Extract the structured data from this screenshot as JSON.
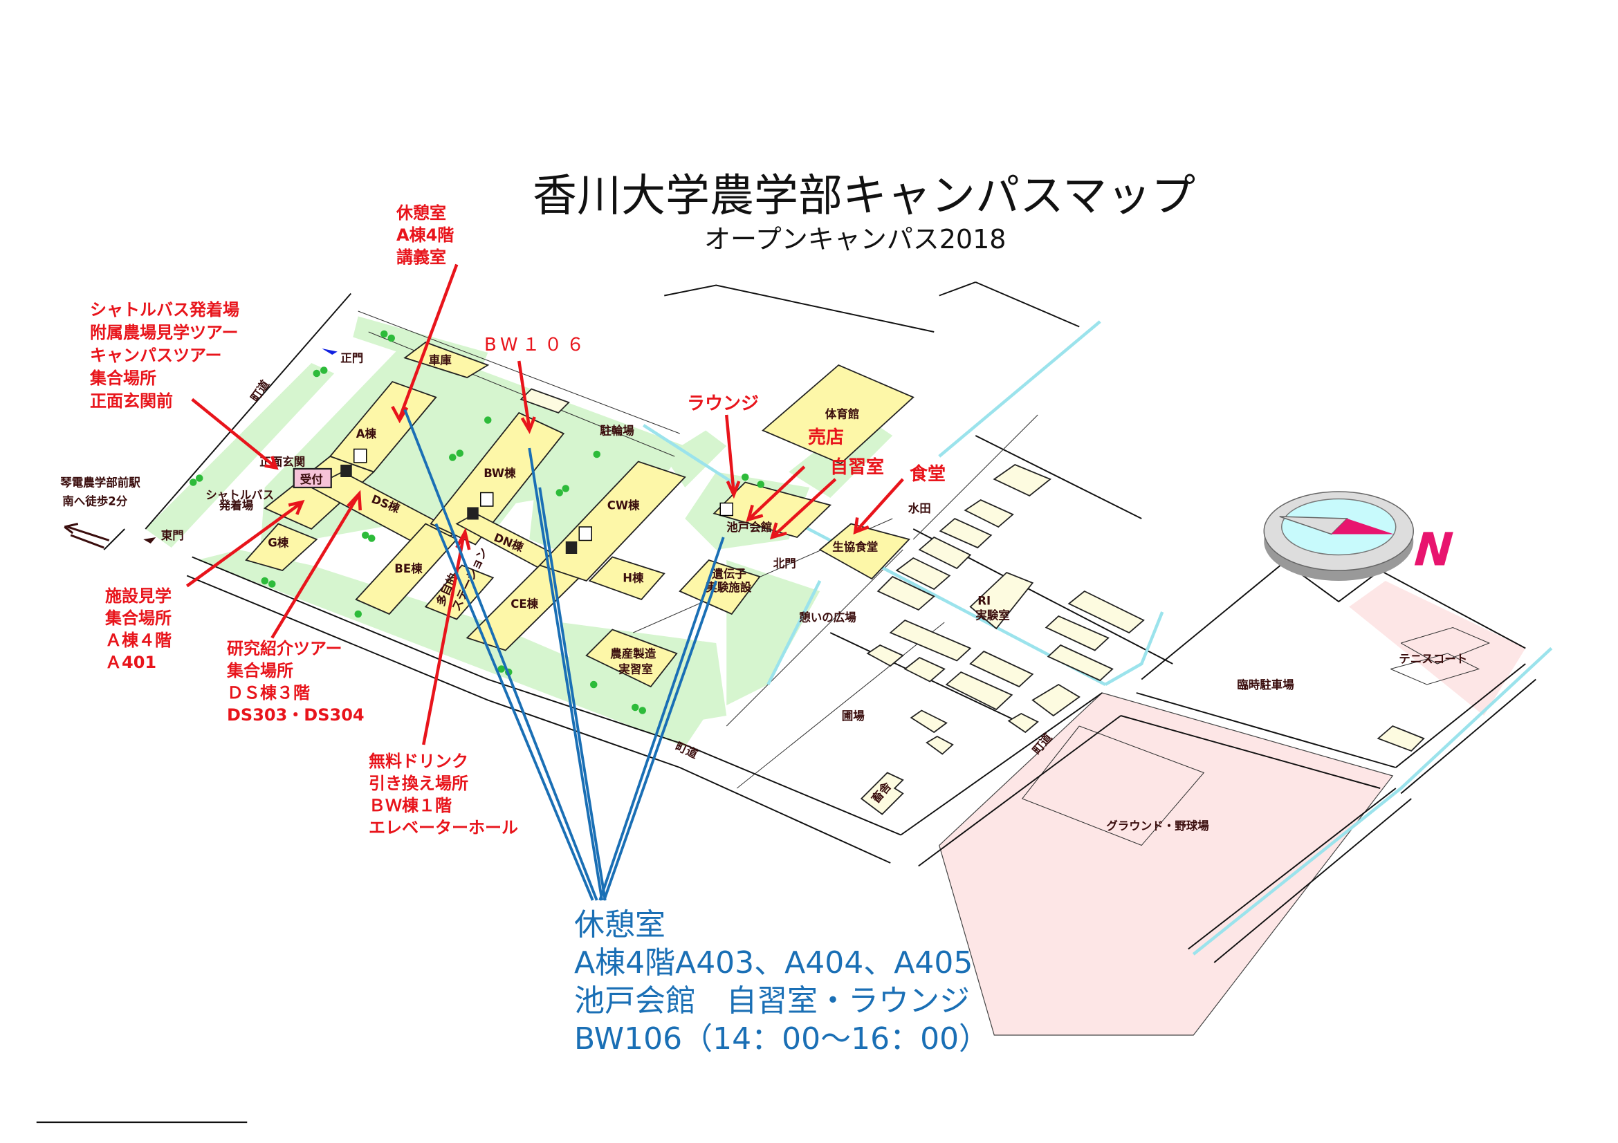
{
  "title": "香川大学農学部キャンパスマップ",
  "subtitle": "オープンキャンパス2018",
  "colors": {
    "annotation_red": "#e8141b",
    "annotation_blue": "#1a6fb5",
    "building": "#fdf7a8",
    "green": "#d6f5cf",
    "field_pink": "#fde6e6",
    "label": "#3a0d0d",
    "compass_pink": "#e8146e"
  },
  "callouts": {
    "rest_a": [
      "休憩室",
      "A棟4階",
      "講義室"
    ],
    "bw106": "BW１０６",
    "shuttle": [
      "シャトルバス発着場",
      "附属農場見学ツアー",
      "キャンパスツアー",
      "集合場所",
      "正面玄関前"
    ],
    "facility_tour": [
      "施設見学",
      "集合場所",
      "Ａ棟４階",
      "Ａ401"
    ],
    "research_tour": [
      "研究紹介ツアー",
      "集合場所",
      "ＤＳ棟３階",
      "DS303・DS304"
    ],
    "drink": [
      "無料ドリンク",
      "引き換え場所",
      "ＢＷ棟１階",
      "エレベーターホール"
    ],
    "lounge": "ラウンジ",
    "shop": "売店",
    "study": "自習室",
    "cafeteria": "食堂"
  },
  "rest_rooms_note": [
    "休憩室",
    "A棟4階A403、A404、A405",
    "池戸会館　自習室・ラウンジ",
    "BW106（14：00～16：00）"
  ],
  "map": {
    "labels": {
      "road1": "町道",
      "main_gate": "正門",
      "garage": "車庫",
      "bicycle_parking": "駐輪場",
      "front_entrance": "正面玄関",
      "reception": "受付",
      "station": "琴電農学部前駅",
      "walk": "南へ徒歩2分",
      "shuttle_stop": "シャトルバス",
      "shuttle_stop2": "発着場",
      "east_gate": "東門",
      "a": "A棟",
      "ds": "DS棟",
      "bw": "BW棟",
      "dn": "DN棟",
      "g": "G棟",
      "be": "BE棟",
      "ce": "CE棟",
      "cw": "CW棟",
      "h": "H棟",
      "multi1": "多目的",
      "multi2": "ステーション",
      "gene1": "遺伝子",
      "gene2": "実験施設",
      "food1": "農産製造",
      "food2": "実習室",
      "gym": "体育館",
      "ikedo": "池戸会館",
      "north_gate": "北門",
      "paddy": "水田",
      "coop": "生協食堂",
      "ri1": "RI",
      "ri2": "実験室",
      "plaza": "憩いの広場",
      "farm": "圃場",
      "road2": "町道",
      "road3": "町道",
      "barn": "畜舎",
      "parking": "臨時駐車場",
      "tennis": "テニスコート",
      "ground": "グラウンド・野球場",
      "compass_n": "N"
    }
  }
}
